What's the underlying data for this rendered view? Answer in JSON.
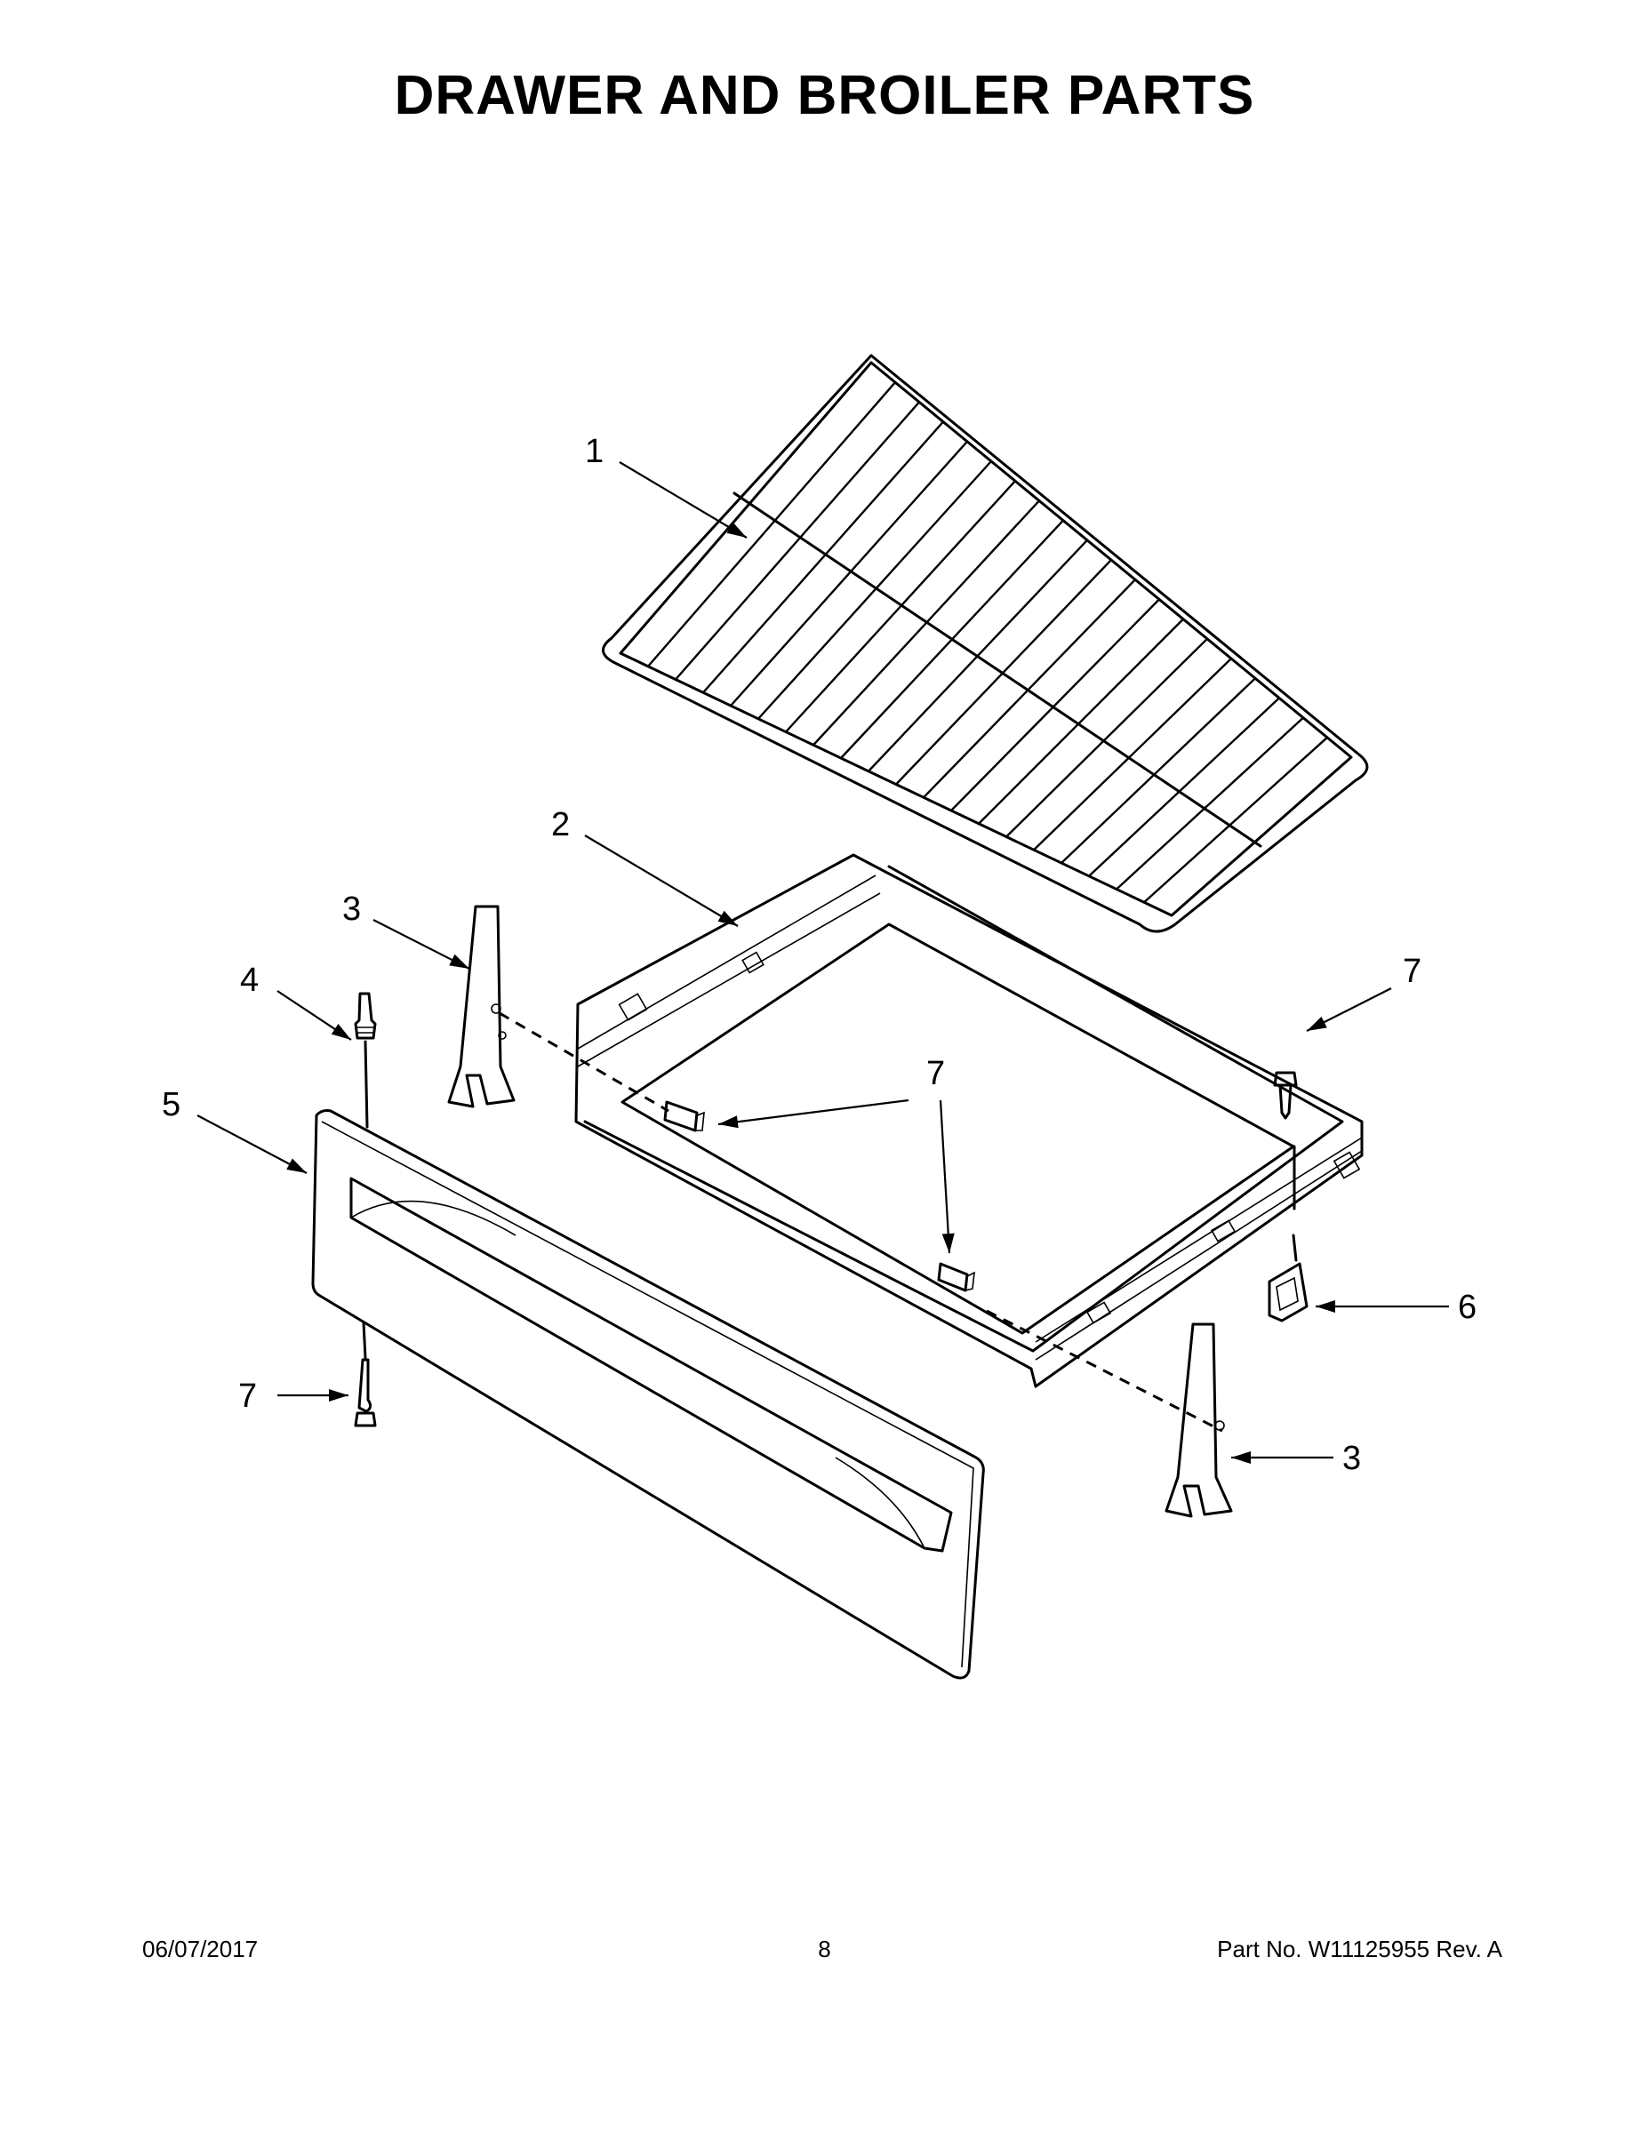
{
  "page": {
    "title": "DRAWER AND BROILER PARTS",
    "footer": {
      "date": "06/07/2017",
      "page_number": "8",
      "part_number": "Part No.  W11125955  Rev.  A"
    }
  },
  "callouts": [
    {
      "id": "c1",
      "label": "1",
      "part": "broiler-rack"
    },
    {
      "id": "c2",
      "label": "2",
      "part": "drawer-body"
    },
    {
      "id": "c3a",
      "label": "3",
      "part": "drawer-slide-left"
    },
    {
      "id": "c4",
      "label": "4",
      "part": "stud"
    },
    {
      "id": "c5",
      "label": "5",
      "part": "drawer-front-panel"
    },
    {
      "id": "c7a",
      "label": "7",
      "part": "screw-upper-right"
    },
    {
      "id": "c7b",
      "label": "7",
      "part": "screw-drawer-center"
    },
    {
      "id": "c6",
      "label": "6",
      "part": "drawer-clip"
    },
    {
      "id": "c7c",
      "label": "7",
      "part": "screw-panel-bottom"
    },
    {
      "id": "c3b",
      "label": "3",
      "part": "drawer-slide-right"
    }
  ],
  "colors": {
    "ink": "#000000",
    "background": "#ffffff"
  }
}
